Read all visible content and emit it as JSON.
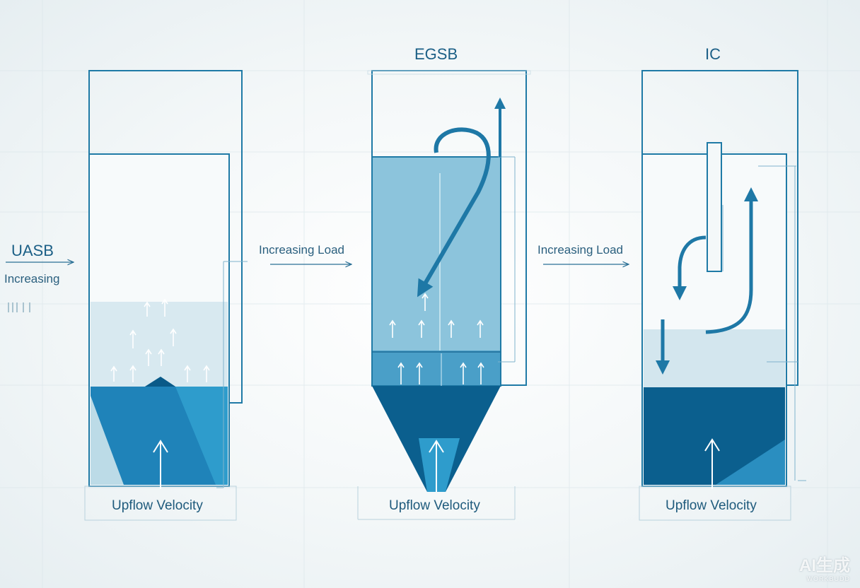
{
  "reactors": {
    "uasb": {
      "title": "UASB",
      "caption": "Upflow Velocity"
    },
    "egsb": {
      "title": "EGSB",
      "caption": "Upflow Velocity"
    },
    "ic": {
      "title": "IC",
      "caption": "Upflow Velocity"
    }
  },
  "transitions": {
    "left_label": "Increasing",
    "middle_label": "Increasing Load",
    "right_label": "Increasing Load"
  },
  "watermark": {
    "main": "AI生成",
    "sub": "WORKBUDD"
  },
  "colors": {
    "outline": "#1f7aa6",
    "sludge_dark": "#0b5f8e",
    "sludge_mid": "#2a8ec0",
    "liquid_light": "#cfe3ec",
    "liquid_egsb": "#8cc4dc",
    "arrow": "#1e78a6"
  }
}
